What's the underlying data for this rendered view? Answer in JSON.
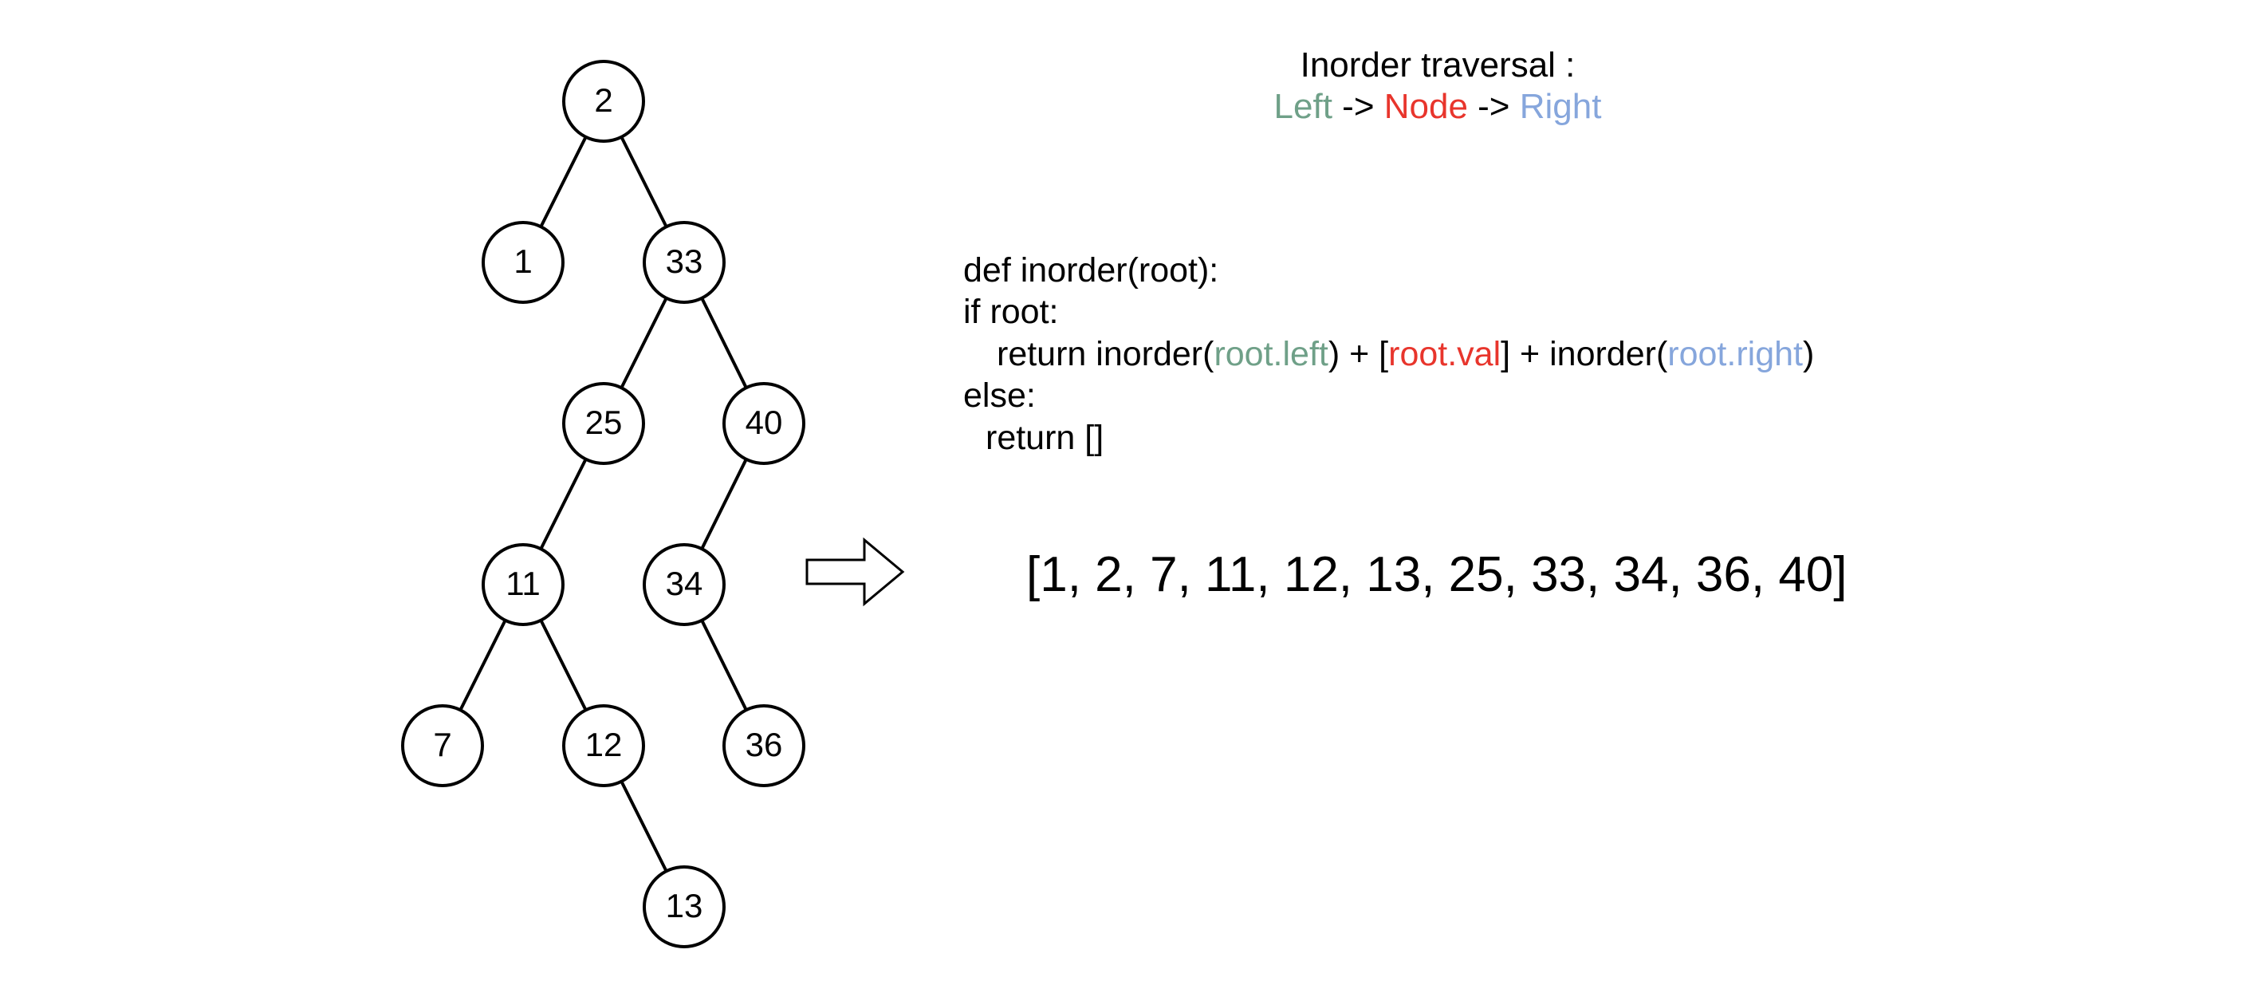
{
  "colors": {
    "left": "#6fa088",
    "node": "#e8352c",
    "right": "#86a6dc",
    "text": "#000000"
  },
  "tree": {
    "nodes": [
      {
        "id": "n2",
        "label": "2"
      },
      {
        "id": "n1",
        "label": "1"
      },
      {
        "id": "n33",
        "label": "33"
      },
      {
        "id": "n25",
        "label": "25"
      },
      {
        "id": "n40",
        "label": "40"
      },
      {
        "id": "n11",
        "label": "11"
      },
      {
        "id": "n34",
        "label": "34"
      },
      {
        "id": "n7",
        "label": "7"
      },
      {
        "id": "n12",
        "label": "12"
      },
      {
        "id": "n36",
        "label": "36"
      },
      {
        "id": "n13",
        "label": "13"
      }
    ],
    "edges": [
      [
        "n2",
        "n1"
      ],
      [
        "n2",
        "n33"
      ],
      [
        "n33",
        "n25"
      ],
      [
        "n33",
        "n40"
      ],
      [
        "n25",
        "n11"
      ],
      [
        "n40",
        "n34"
      ],
      [
        "n11",
        "n7"
      ],
      [
        "n11",
        "n12"
      ],
      [
        "n34",
        "n36"
      ],
      [
        "n12",
        "n13"
      ]
    ]
  },
  "heading": {
    "title": "Inorder traversal :",
    "left": "Left",
    "sep1": " -> ",
    "node": "Node",
    "sep2": " -> ",
    "right": "Right"
  },
  "code": {
    "line1": "def inorder(root):",
    "line2": "if root:",
    "line3_a": "return inorder(",
    "line3_left": "root.left",
    "line3_b": ") + [",
    "line3_val": "root.val",
    "line3_c": "] + inorder(",
    "line3_right": "root.right",
    "line3_d": ")",
    "line4": "else:",
    "line5": "return []"
  },
  "result": "[1, 2, 7, 11, 12, 13, 25, 33, 34, 36, 40]"
}
